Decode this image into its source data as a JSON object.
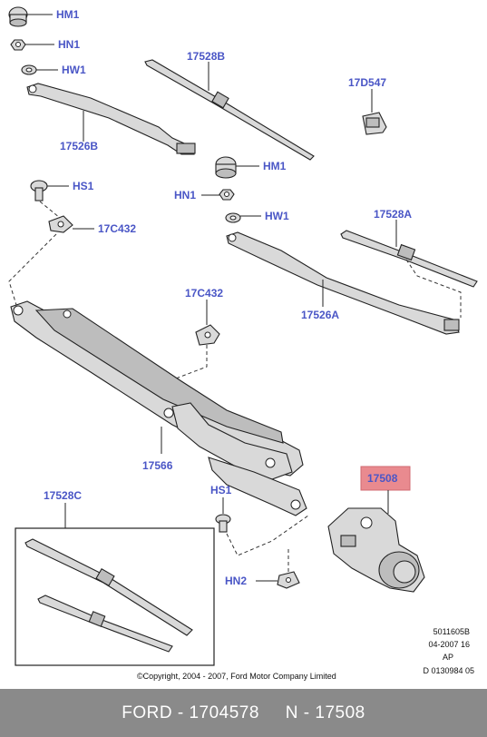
{
  "labels": {
    "hm1_top": "HM1",
    "hn1_top": "HN1",
    "hw1_top": "HW1",
    "part_17528b": "17528B",
    "part_17d547": "17D547",
    "part_17526b": "17526B",
    "hs1_left": "HS1",
    "part_17c432_left": "17C432",
    "hm1_mid": "HM1",
    "hn1_mid": "HN1",
    "hw1_mid": "HW1",
    "part_17528a": "17528A",
    "part_17526a": "17526A",
    "part_17c432_center": "17C432",
    "part_17566": "17566",
    "part_17508": "17508",
    "part_17528c": "17528C",
    "hs1_bottom": "HS1",
    "hn2": "HN2"
  },
  "meta": {
    "line1": "5011605B",
    "line2": "04-2007 16",
    "line3": "AP",
    "line4": "D 0130984 05"
  },
  "copyright": "©Copyright, 2004 - 2007, Ford Motor Company Limited",
  "footer": "FORD - 1704578     N - 17508",
  "colors": {
    "callout": "#4a56c6",
    "highlight_fill": "#e98a8f",
    "footer_bg": "#8a8a8a"
  }
}
